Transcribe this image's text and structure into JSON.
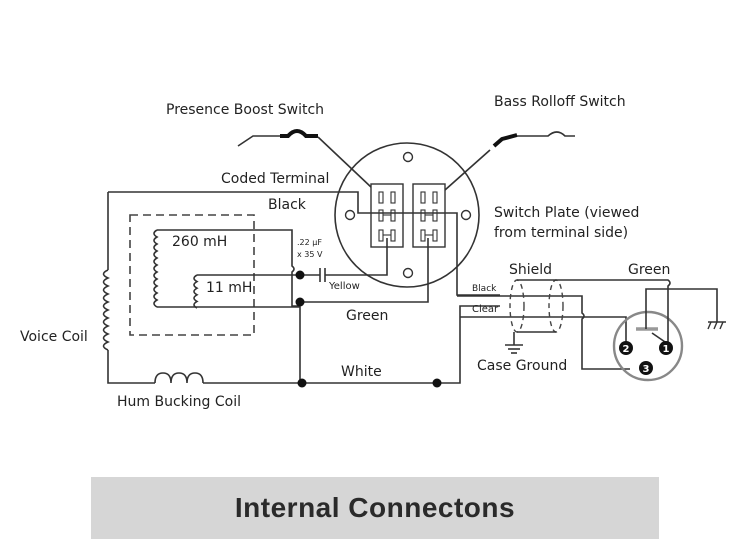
{
  "diagram": {
    "labels": {
      "presence_switch": "Presence Boost Switch",
      "bass_switch": "Bass Rolloff Switch",
      "coded_terminal": "Coded Terminal",
      "black_top": "Black",
      "switch_plate_1": "Switch Plate (viewed",
      "switch_plate_2": "from terminal side)",
      "inductor_260": "260 mH",
      "inductor_11": "11 mH",
      "cap_value": ".22 µF",
      "cap_voltage": "x 35 V",
      "yellow": "Yellow",
      "green_mid": "Green",
      "white": "White",
      "voice_coil": "Voice Coil",
      "hum_bucking": "Hum Bucking Coil",
      "shield": "Shield",
      "green_right": "Green",
      "black_small": "Black",
      "clear_small": "Clear",
      "case_ground": "Case Ground"
    },
    "xlr_pins": [
      "1",
      "2",
      "3"
    ]
  },
  "caption": {
    "title": "Internal Connectons"
  }
}
